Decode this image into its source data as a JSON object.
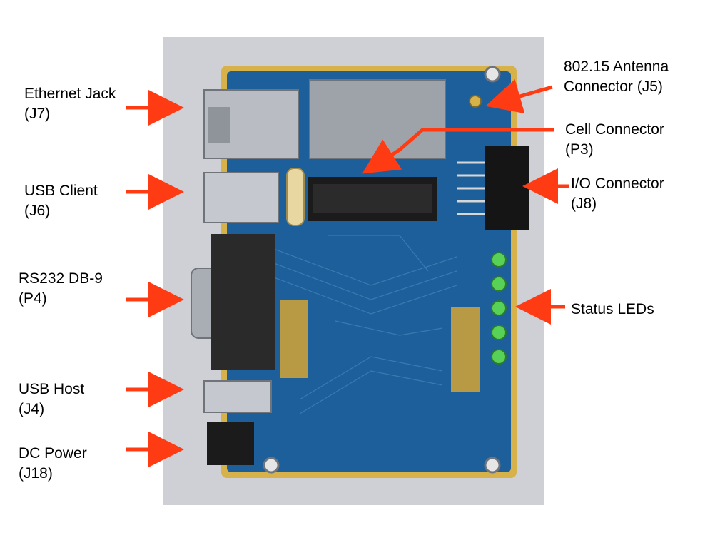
{
  "labels": {
    "ethernet": "Ethernet Jack\n(J7)",
    "usb_client": "USB Client\n(J6)",
    "rs232": "RS232 DB-9\n(P4)",
    "usb_host": "USB Host\n(J4)",
    "dc_power": "DC Power\n(J18)",
    "antenna": "802.15 Antenna\nConnector (J5)",
    "cell": "Cell Connector\n(P3)",
    "io": "I/O Connector\n(J8)",
    "status_leds": "Status LEDs"
  },
  "colors": {
    "arrow": "#ff3b13",
    "board": "#1c5f9a",
    "board_edge": "#d7b14a",
    "backdrop": "#cfcfd6"
  }
}
